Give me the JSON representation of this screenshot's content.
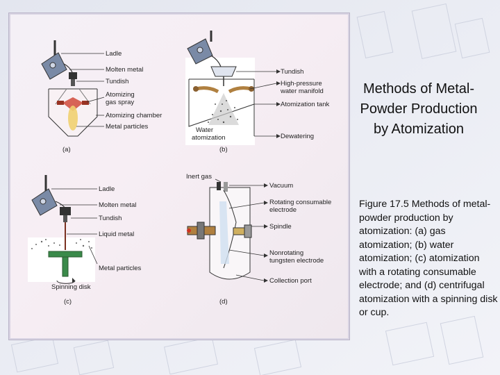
{
  "slide": {
    "title": "Methods of Metal-Powder Production by Atomization",
    "caption": "Figure 17.5 Methods of metal-powder production by atomization: (a) gas atomization; (b) water atomization; (c) atomization with a rotating consumable electrode; and (d) centrifugal atomization with a spinning disk or cup."
  },
  "figure": {
    "panel_a": {
      "tag": "(a)",
      "labels": [
        "Ladle",
        "Molten metal",
        "Tundish",
        "Atomizing",
        "gas spray",
        "Atomizing chamber",
        "Metal particles"
      ]
    },
    "panel_b": {
      "tag": "(b)",
      "labels": [
        "Tundish",
        "High-pressure",
        "water manifold",
        "Atomization tank",
        "Water",
        "atomization",
        "Dewatering"
      ]
    },
    "panel_c": {
      "tag": "(c)",
      "labels": [
        "Ladle",
        "Molten metal",
        "Tundish",
        "Liquid metal",
        "Metal particles",
        "Spinning disk"
      ]
    },
    "panel_d": {
      "tag": "(d)",
      "labels": [
        "Inert gas",
        "Vacuum",
        "Rotating consumable",
        "electrode",
        "Spindle",
        "Nonrotating",
        "tungsten electrode",
        "Collection port"
      ]
    }
  },
  "colors": {
    "ladle": "#7a8aa6",
    "spray": "#cc3322",
    "particles": "#f0d070",
    "copper": "#b08040"
  }
}
